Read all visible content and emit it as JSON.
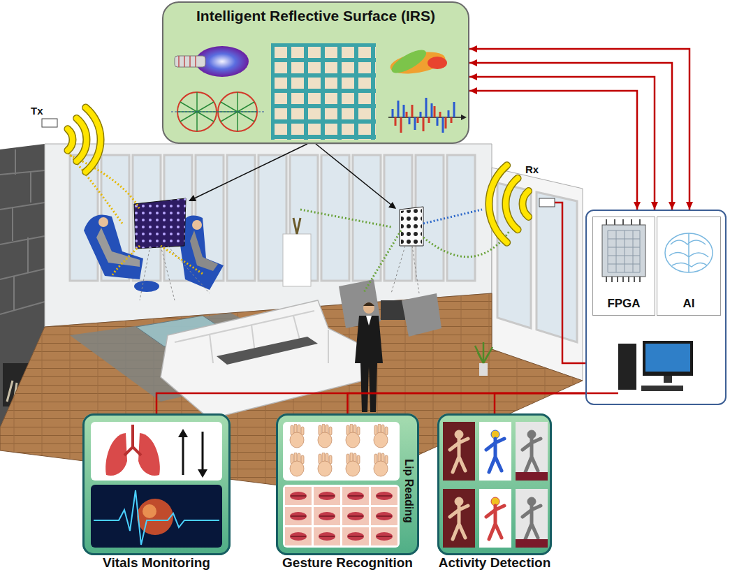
{
  "diagram": {
    "nodes": [
      {
        "text": [
          "Intelligent Reflective Surface (IRS)"
        ]
      },
      {
        "text": []
      },
      {
        "text": [
          "FPGA"
        ],
        "in": 1
      },
      {
        "text": [
          "AI"
        ],
        "in": 1
      },
      {
        "text": [
          "Vitals Monitoring"
        ]
      },
      {
        "text": [
          "Gesture Recognition",
          "Lip Reading"
        ]
      },
      {
        "text": [
          "Activity Detection"
        ]
      }
    ],
    "edges": [
      {
        "from": 1,
        "to": 0,
        "arrow": "both"
      },
      {
        "from": 1,
        "to": 0,
        "arrow": "both"
      },
      {
        "from": 1,
        "to": 0,
        "arrow": "both"
      },
      {
        "from": 1,
        "to": 0,
        "arrow": "both"
      },
      {
        "from": 1,
        "to": 4,
        "arrow": "none"
      },
      {
        "from": 1,
        "to": 5,
        "arrow": "none"
      },
      {
        "from": 1,
        "to": 6,
        "arrow": "none"
      }
    ],
    "labels": [
      "Tx",
      "Rx"
    ]
  }
}
